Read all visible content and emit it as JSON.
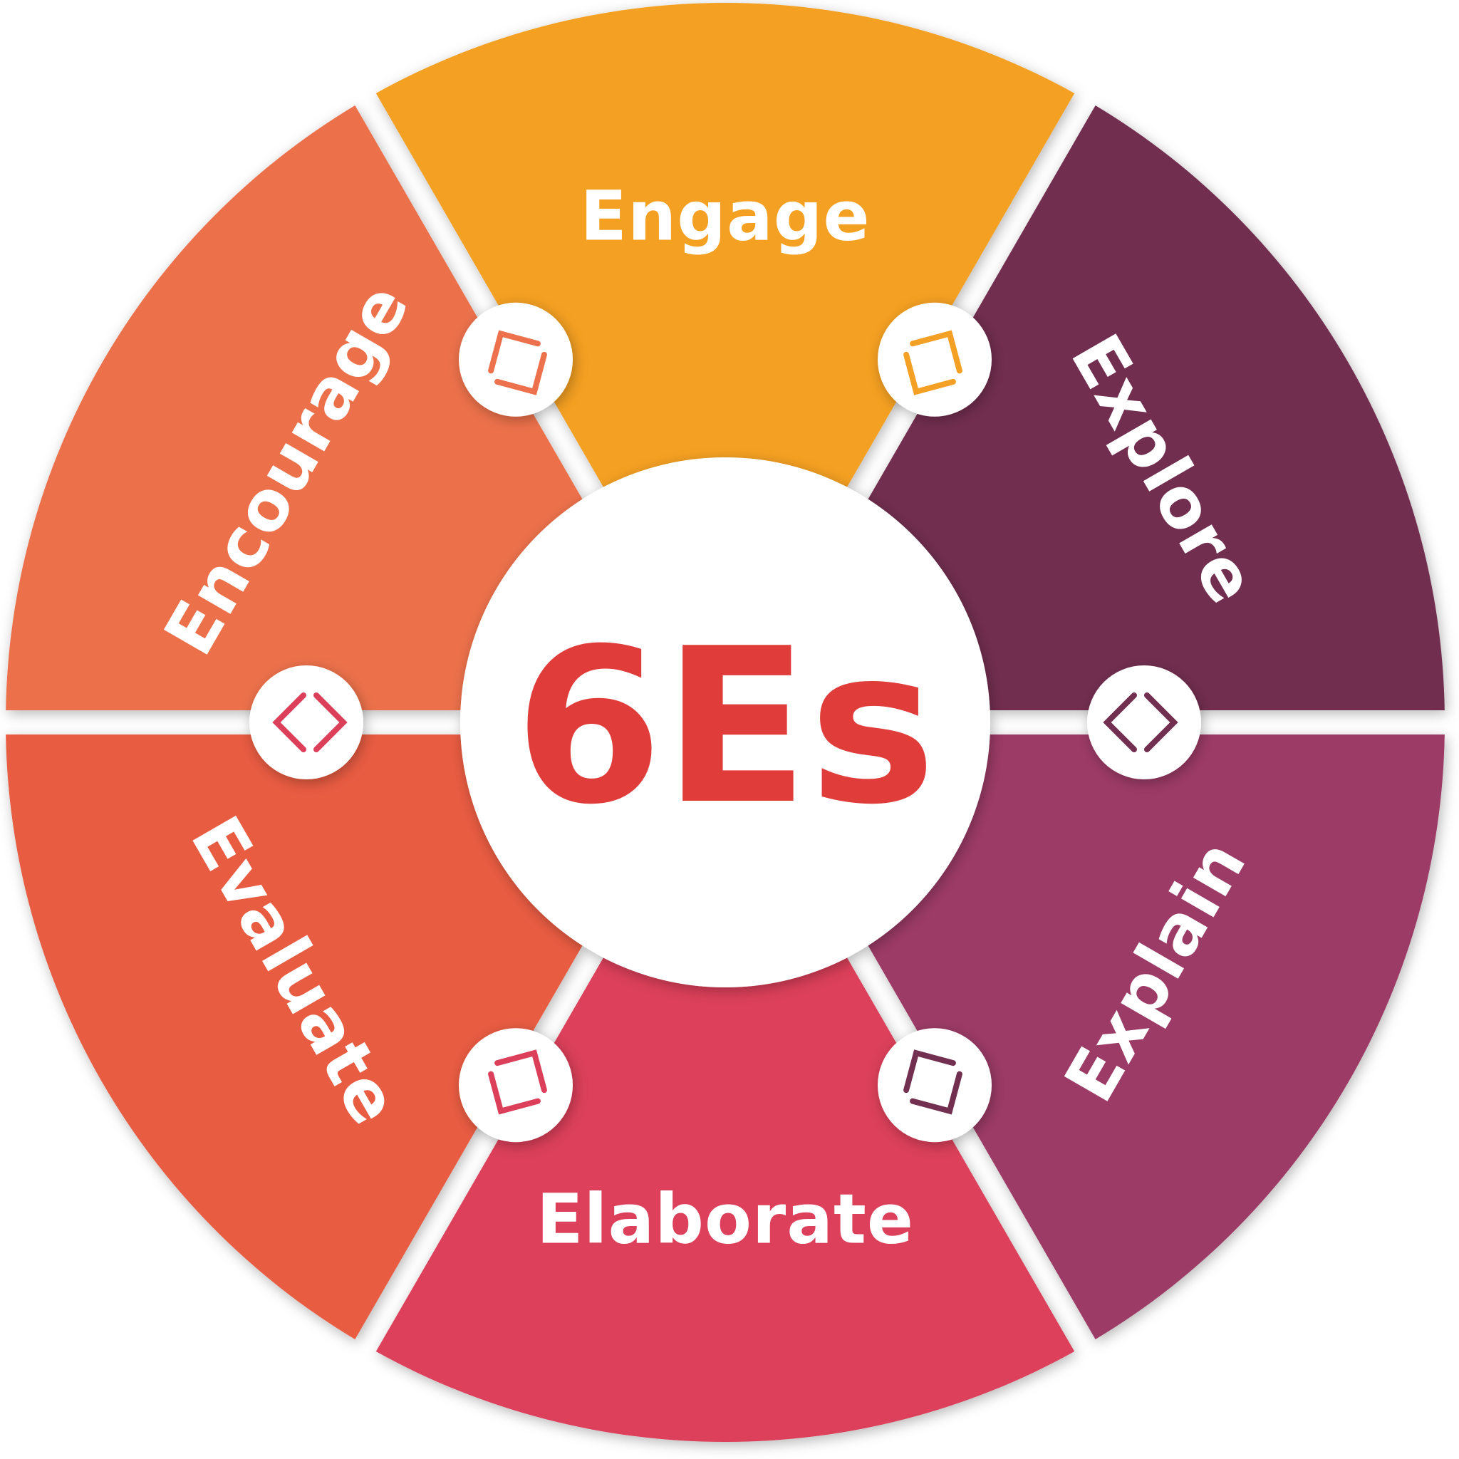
{
  "diagram": {
    "center_title": "6Es",
    "colors": {
      "center_title": "#e03c3a",
      "center_fill": "#ffffff",
      "connector_fill": "#ffffff"
    },
    "segments": [
      {
        "label": "Engage",
        "color": "#f4a024"
      },
      {
        "label": "Explore",
        "color": "#722f50"
      },
      {
        "label": "Explain",
        "color": "#9c3a66"
      },
      {
        "label": "Elaborate",
        "color": "#dc3f5a"
      },
      {
        "label": "Evaluate",
        "color": "#e85c42"
      },
      {
        "label": "Encourage",
        "color": "#ec714c"
      }
    ],
    "connectors": [
      {
        "between": [
          "Engage",
          "Explore"
        ],
        "icon": "chevron-up-left-icon",
        "color": "#f4a024"
      },
      {
        "between": [
          "Explore",
          "Explain"
        ],
        "icon": "chevron-up-icon",
        "color": "#722f50"
      },
      {
        "between": [
          "Explain",
          "Elaborate"
        ],
        "icon": "chevron-down-left-icon",
        "color": "#722f50"
      },
      {
        "between": [
          "Elaborate",
          "Evaluate"
        ],
        "icon": "chevron-down-right-icon",
        "color": "#dc3f5a"
      },
      {
        "between": [
          "Evaluate",
          "Encourage"
        ],
        "icon": "chevron-down-icon",
        "color": "#dc3f5a"
      },
      {
        "between": [
          "Encourage",
          "Engage"
        ],
        "icon": "chevron-up-right-icon",
        "color": "#ec714c"
      }
    ]
  }
}
